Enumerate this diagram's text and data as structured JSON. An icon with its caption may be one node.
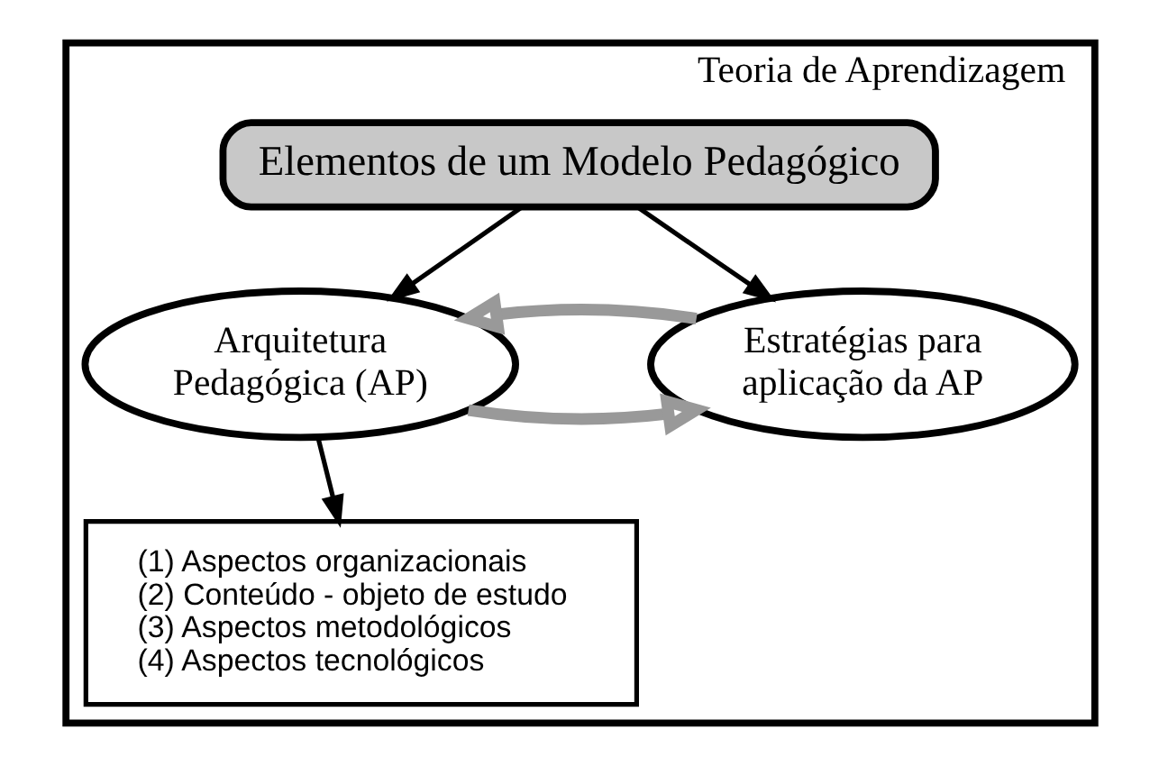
{
  "diagram": {
    "nodes": [
      {
        "text": [
          "Teoria de Aprendizagem"
        ]
      },
      {
        "text": [
          "Elementos de um Modelo Pedagógico"
        ],
        "in": 0
      },
      {
        "text": [
          "Arquitetura Pedagógica (AP)"
        ],
        "in": 0
      },
      {
        "text": [
          "Estratégias para aplicação da AP"
        ],
        "in": 0
      },
      {
        "text": [
          "(1) Aspectos organizacionais",
          "(2) Conteúdo - objeto de estudo",
          "(3) Aspectos metodológicos",
          "(4) Aspectos tecnológicos"
        ],
        "in": 0
      }
    ],
    "edges": [
      {
        "from": 1,
        "to": 2,
        "arrow": "to"
      },
      {
        "from": 1,
        "to": 3,
        "arrow": "to"
      },
      {
        "from": 2,
        "to": 3,
        "arrow": "to",
        "style": "thick",
        "color": "#999999"
      },
      {
        "from": 3,
        "to": 2,
        "arrow": "to",
        "style": "thick",
        "color": "#999999"
      },
      {
        "from": 2,
        "to": 4,
        "arrow": "to"
      }
    ]
  }
}
